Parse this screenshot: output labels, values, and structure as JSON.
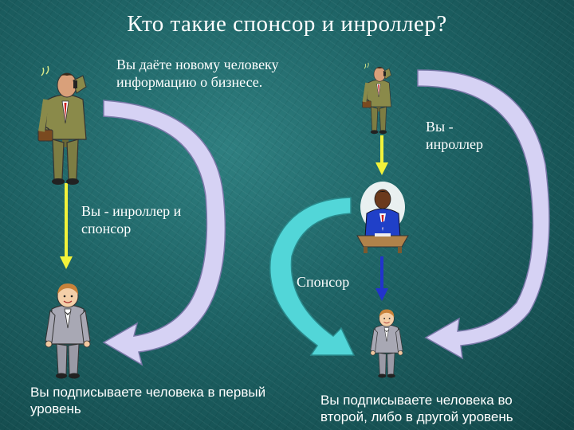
{
  "title": "Кто такие спонсор и инроллер?",
  "note_top": "Вы даёте новому человеку информацию о бизнесе.",
  "label_you_inroller": "Вы - инроллер",
  "label_inroller_sponsor": "Вы - инроллер и спонсор",
  "label_sponsor": "Спонсор",
  "caption_left": "Вы подписываете человека в первый уровень",
  "caption_right": "Вы подписываете человека во второй, либо в другой уровень",
  "colors": {
    "background": "#1d6264",
    "lavender_arrow": "#d6d2f4",
    "teal_arrow": "#52d6d8",
    "yellow_arrow": "#f2f23a",
    "blue_arrow": "#2233cc"
  }
}
